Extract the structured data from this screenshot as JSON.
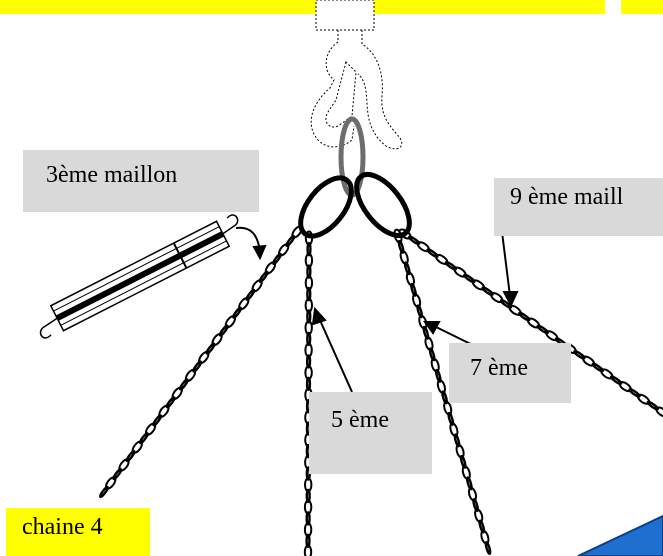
{
  "labels": {
    "third_link": "3ème maillon",
    "ninth_link": "9 ème maill",
    "seventh": "7 ème",
    "fifth": "5 ème",
    "chain4": "chaine 4"
  },
  "colors": {
    "banner_yellow": "#ffff00",
    "label_grey": "#d9d9d9",
    "ring_grey": "#6d6d6d",
    "corner_blue": "#1f6fd1"
  }
}
